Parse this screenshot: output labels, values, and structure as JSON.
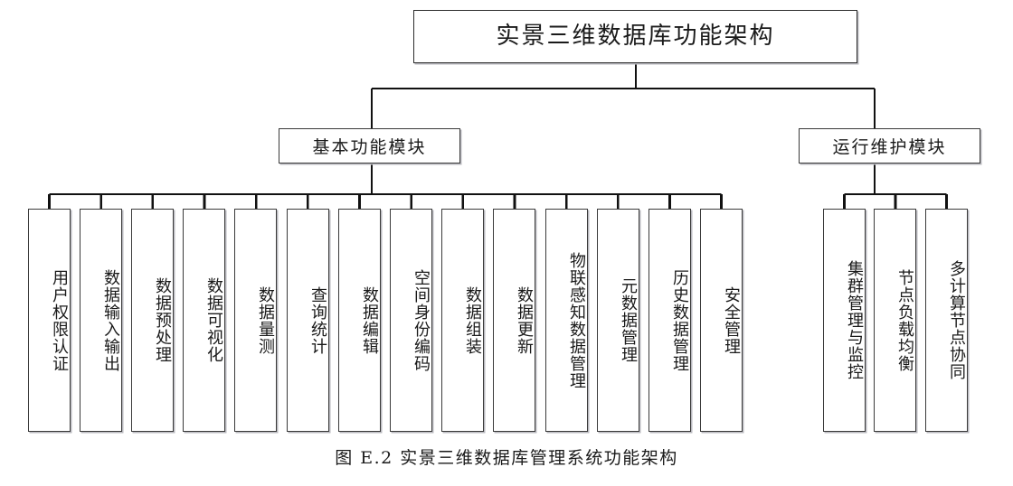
{
  "figure": {
    "caption": "图 E.2  实景三维数据库管理系统功能架构",
    "root": {
      "label": "实景三维数据库功能架构"
    },
    "branches": [
      {
        "id": "basic-function-module",
        "label": "基本功能模块",
        "leaves": [
          {
            "label": "用户权限认证"
          },
          {
            "label": "数据输入输出"
          },
          {
            "label": "数据预处理"
          },
          {
            "label": "数据可视化"
          },
          {
            "label": "数据量测"
          },
          {
            "label": "查询统计"
          },
          {
            "label": "数据编辑"
          },
          {
            "label": "空间身份编码"
          },
          {
            "label": "数据组装"
          },
          {
            "label": "数据更新"
          },
          {
            "label": "物联感知数据管理"
          },
          {
            "label": "元数据管理"
          },
          {
            "label": "历史数据管理"
          },
          {
            "label": "安全管理"
          }
        ]
      },
      {
        "id": "operation-maintenance-module",
        "label": "运行维护模块",
        "leaves": [
          {
            "label": "集群管理与监控"
          },
          {
            "label": "节点负载均衡"
          },
          {
            "label": "多计算节点协同"
          }
        ]
      }
    ],
    "colors": {
      "box_border": "#3a3a3a",
      "box_fill": "#ffffff",
      "connector": "#111111",
      "shadow": "#b9b9bf",
      "text": "#1a1a1a",
      "background": "#ffffff"
    }
  }
}
